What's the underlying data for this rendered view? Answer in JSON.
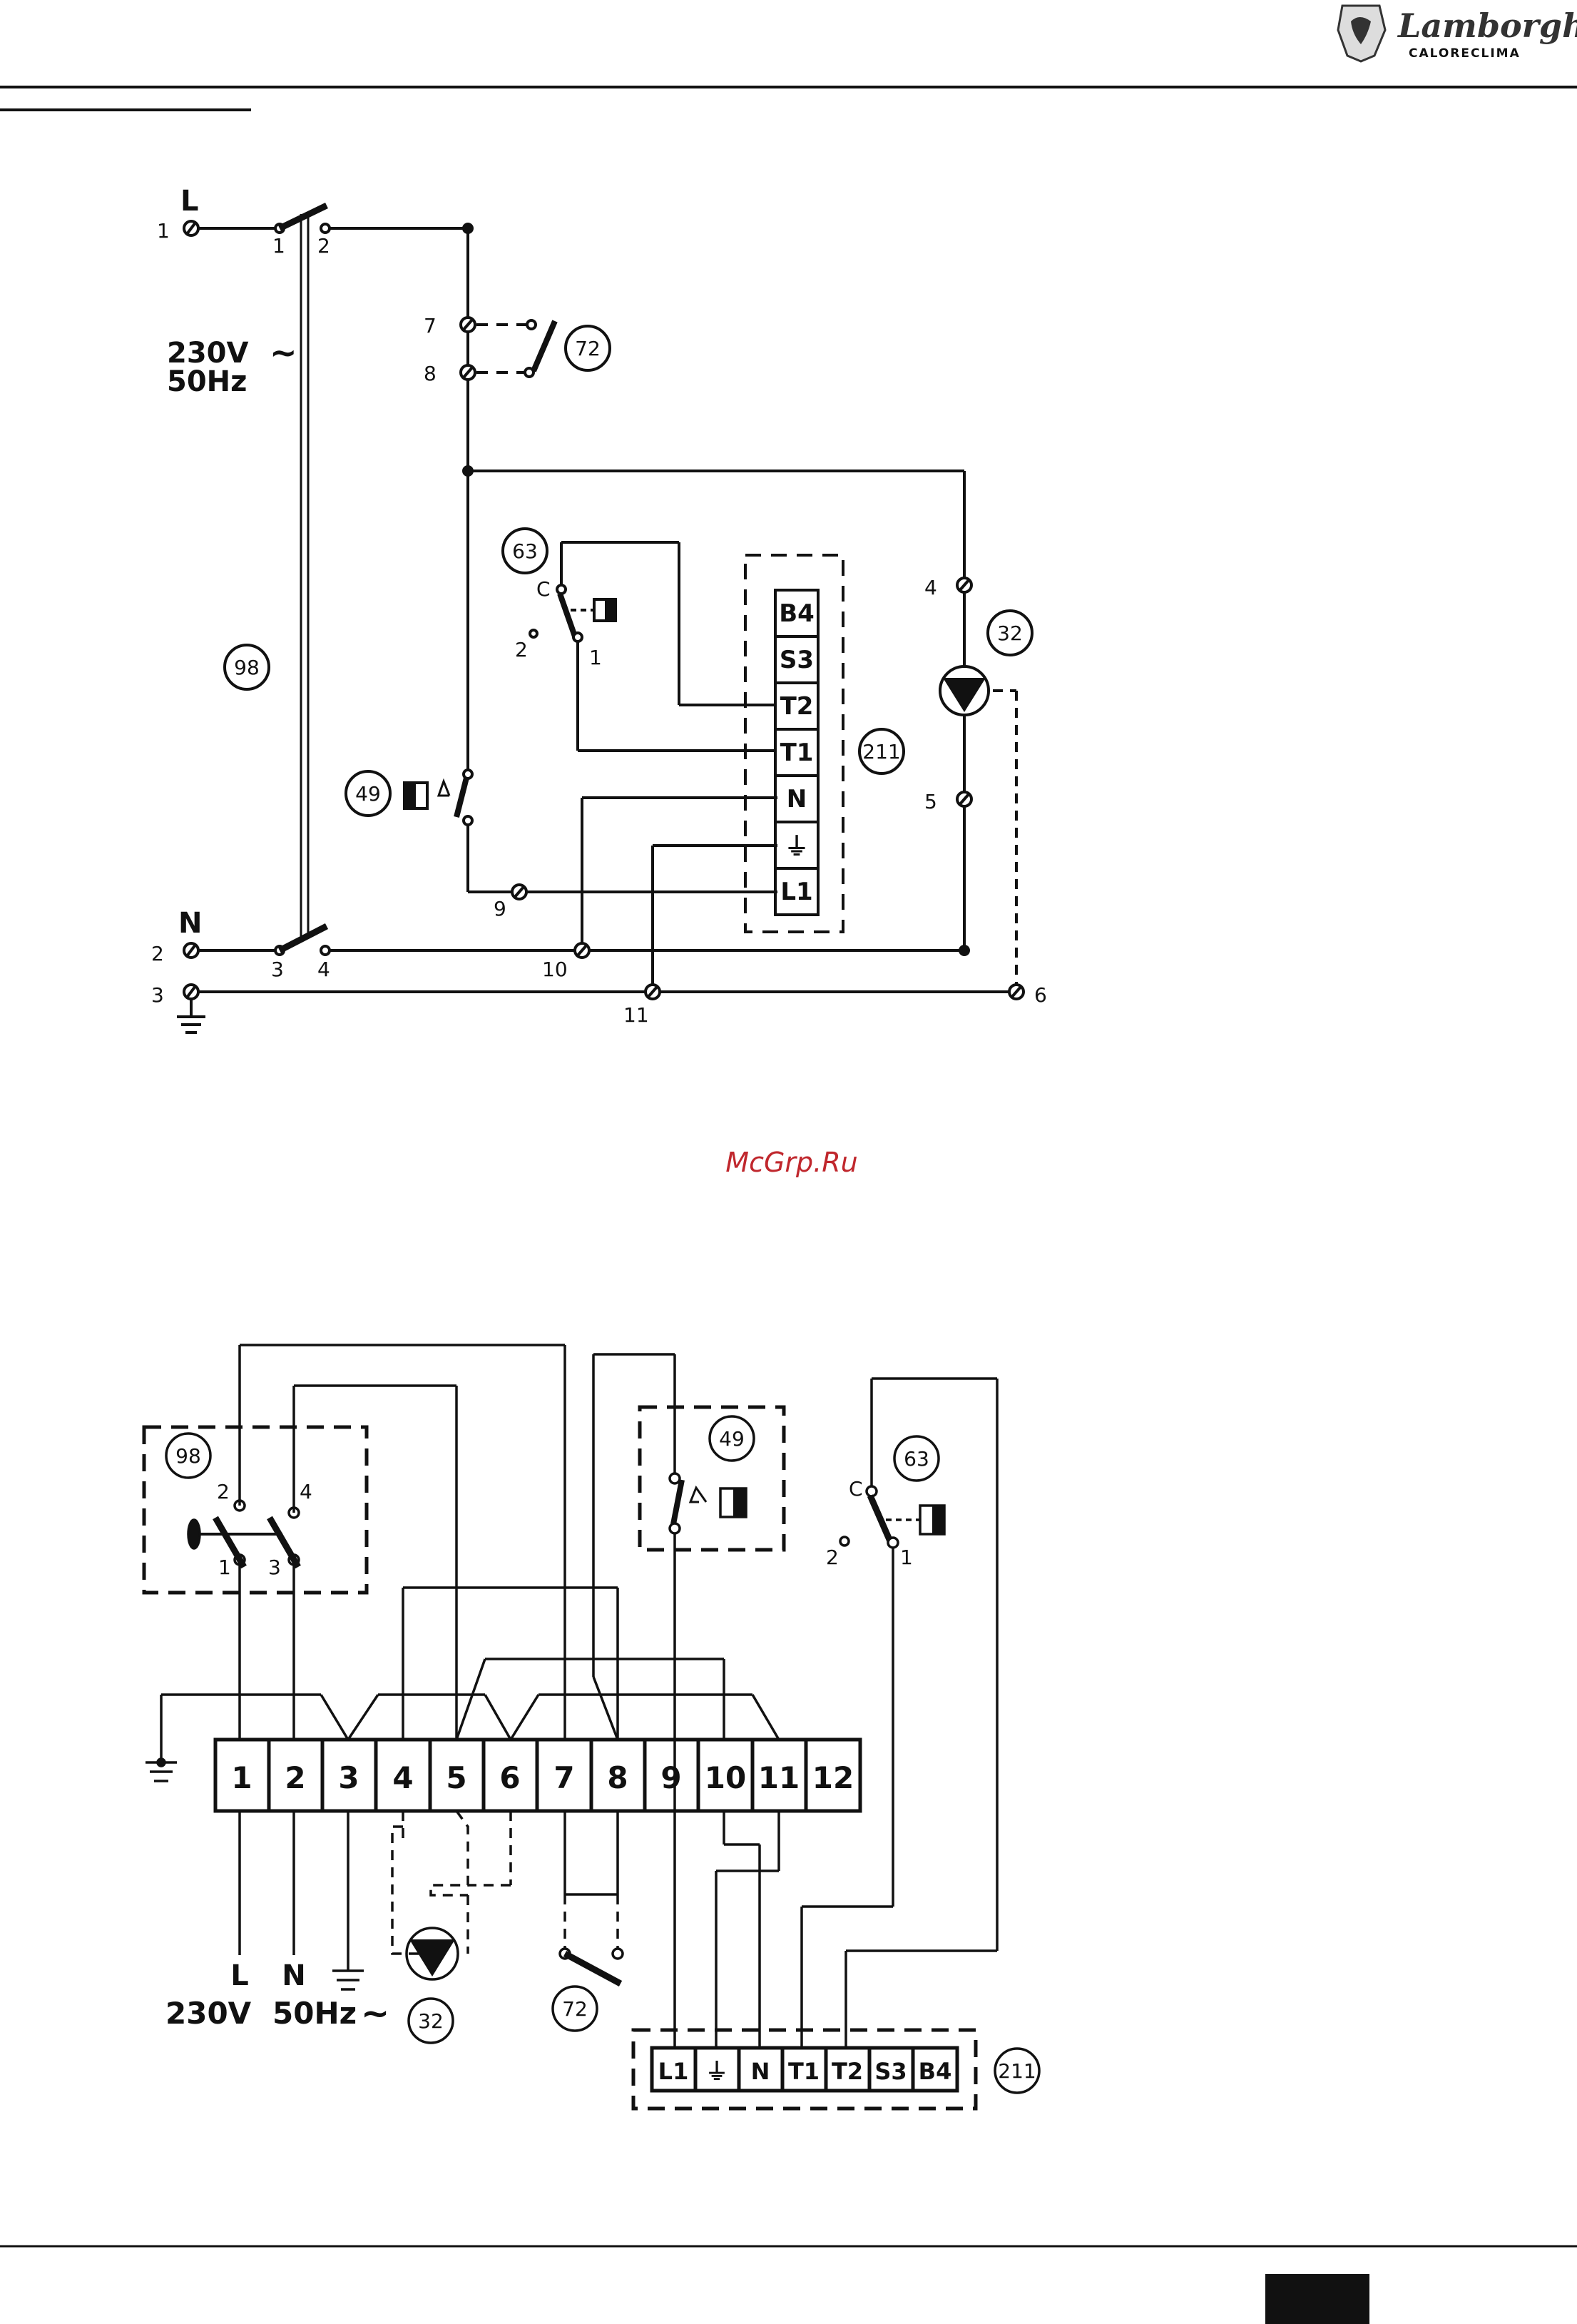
{
  "header": {
    "brand_name": "Lamborghini",
    "brand_sub": "CALORECLIMA"
  },
  "watermark": "McGrp.Ru",
  "schematic": {
    "line_label": "L",
    "neutral_label": "N",
    "voltage_label": "230V",
    "frequency_label": "50Hz",
    "switch_98_terminals": [
      "1",
      "2",
      "3",
      "4"
    ],
    "terminals": [
      "1",
      "2",
      "3",
      "4",
      "5",
      "6",
      "7",
      "8",
      "9",
      "10",
      "11"
    ],
    "selector_63_contacts": [
      "C",
      "2",
      "1"
    ],
    "board_211_pins": [
      "B4",
      "S3",
      "T2",
      "T1",
      "N",
      "⏚",
      "L1"
    ],
    "component_labels": [
      "98",
      "72",
      "63",
      "49",
      "32",
      "211"
    ]
  },
  "wiring": {
    "terminal_block": [
      "1",
      "2",
      "3",
      "4",
      "5",
      "6",
      "7",
      "8",
      "9",
      "10",
      "11",
      "12"
    ],
    "supply_labels": [
      "L",
      "N",
      "⏚"
    ],
    "voltage_label": "230V",
    "frequency_label": "50Hz",
    "switch_98_terminals": [
      "2",
      "4",
      "1",
      "3"
    ],
    "selector_63_contacts": [
      "C",
      "2",
      "1"
    ],
    "board_211_pins": [
      "L1",
      "⏚",
      "N",
      "T1",
      "T2",
      "S3",
      "B4"
    ],
    "component_labels": [
      "98",
      "49",
      "63",
      "32",
      "72",
      "211"
    ]
  },
  "colors": {
    "ink": "#111111",
    "watermark": "#c0272d"
  }
}
